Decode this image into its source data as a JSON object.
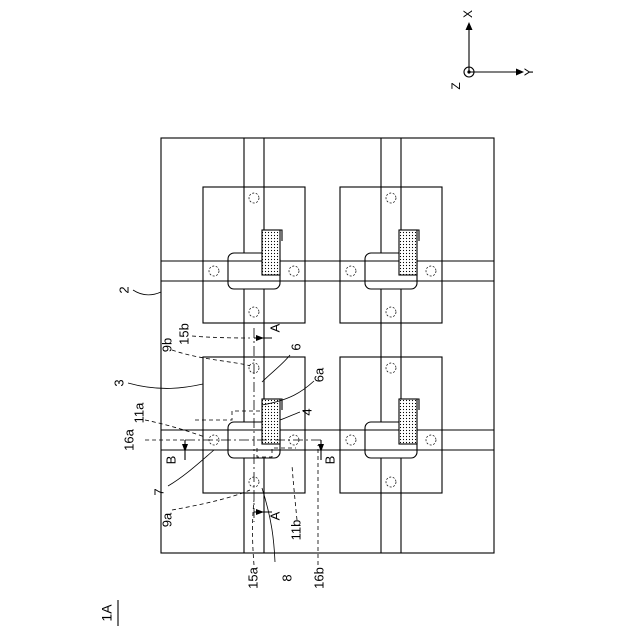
{
  "axes": {
    "x": "X",
    "y": "Y",
    "z": "Z"
  },
  "figure_label": "1A",
  "labels": {
    "l2": "2",
    "l3": "3",
    "l4": "4",
    "l6": "6",
    "l6a": "6a",
    "l7": "7",
    "l8": "8",
    "l9a": "9a",
    "l9b": "9b",
    "l11a": "11a",
    "l11b": "11b",
    "l15a": "15a",
    "l15b": "15b",
    "l16a": "16a",
    "l16b": "16b"
  },
  "section_marks": {
    "a_top": "A",
    "a_bottom": "A",
    "b_left": "B",
    "b_right": "B"
  }
}
